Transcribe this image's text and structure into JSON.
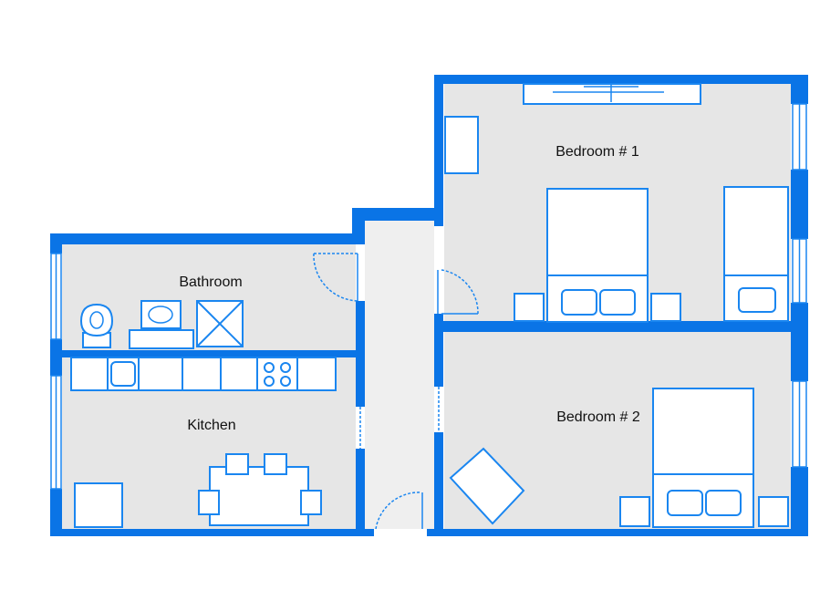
{
  "rooms": {
    "bedroom1": "Bedroom # 1",
    "bedroom2": "Bedroom # 2",
    "bathroom": "Bathroom",
    "kitchen": "Kitchen"
  },
  "colors": {
    "wall": "#0a74e6",
    "furniture": "#1a86f0",
    "floor": "#e6e6e6",
    "hall": "#efefef",
    "background": "#ffffff"
  }
}
